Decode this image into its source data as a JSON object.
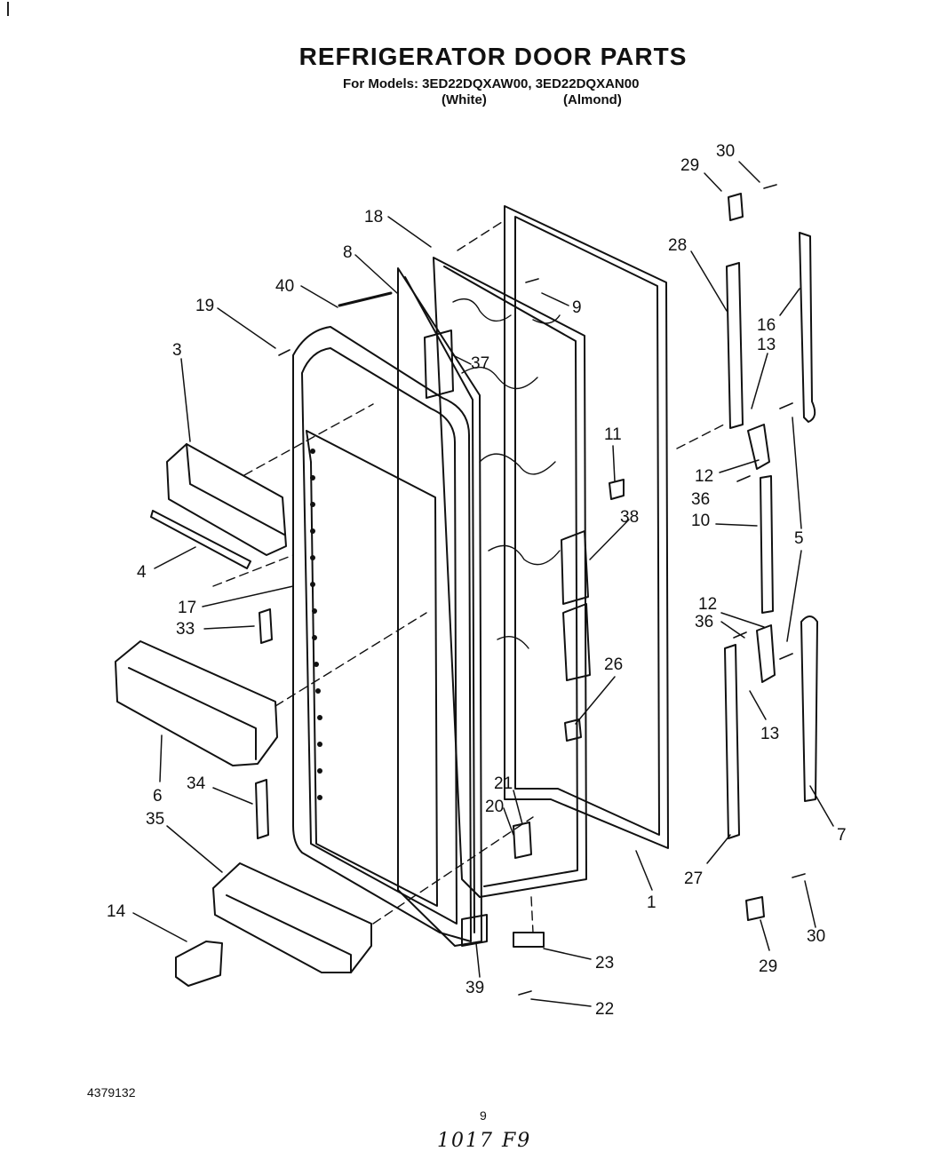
{
  "header": {
    "title": "REFRIGERATOR DOOR PARTS",
    "models_line": "For Models: 3ED22DQXAW00, 3ED22DQXAN00",
    "finish_white": "(White)",
    "finish_almond": "(Almond)"
  },
  "footer": {
    "doc_number": "4379132",
    "page_number": "9",
    "handwritten_note": "1017 F9"
  },
  "callouts": [
    "30",
    "29",
    "18",
    "28",
    "8",
    "40",
    "9",
    "19",
    "16",
    "13",
    "3",
    "37",
    "11",
    "12",
    "36",
    "38",
    "10",
    "5",
    "4",
    "17",
    "12",
    "36",
    "33",
    "26",
    "13",
    "6",
    "34",
    "21",
    "20",
    "7",
    "35",
    "27",
    "1",
    "14",
    "23",
    "30",
    "29",
    "39",
    "22"
  ]
}
